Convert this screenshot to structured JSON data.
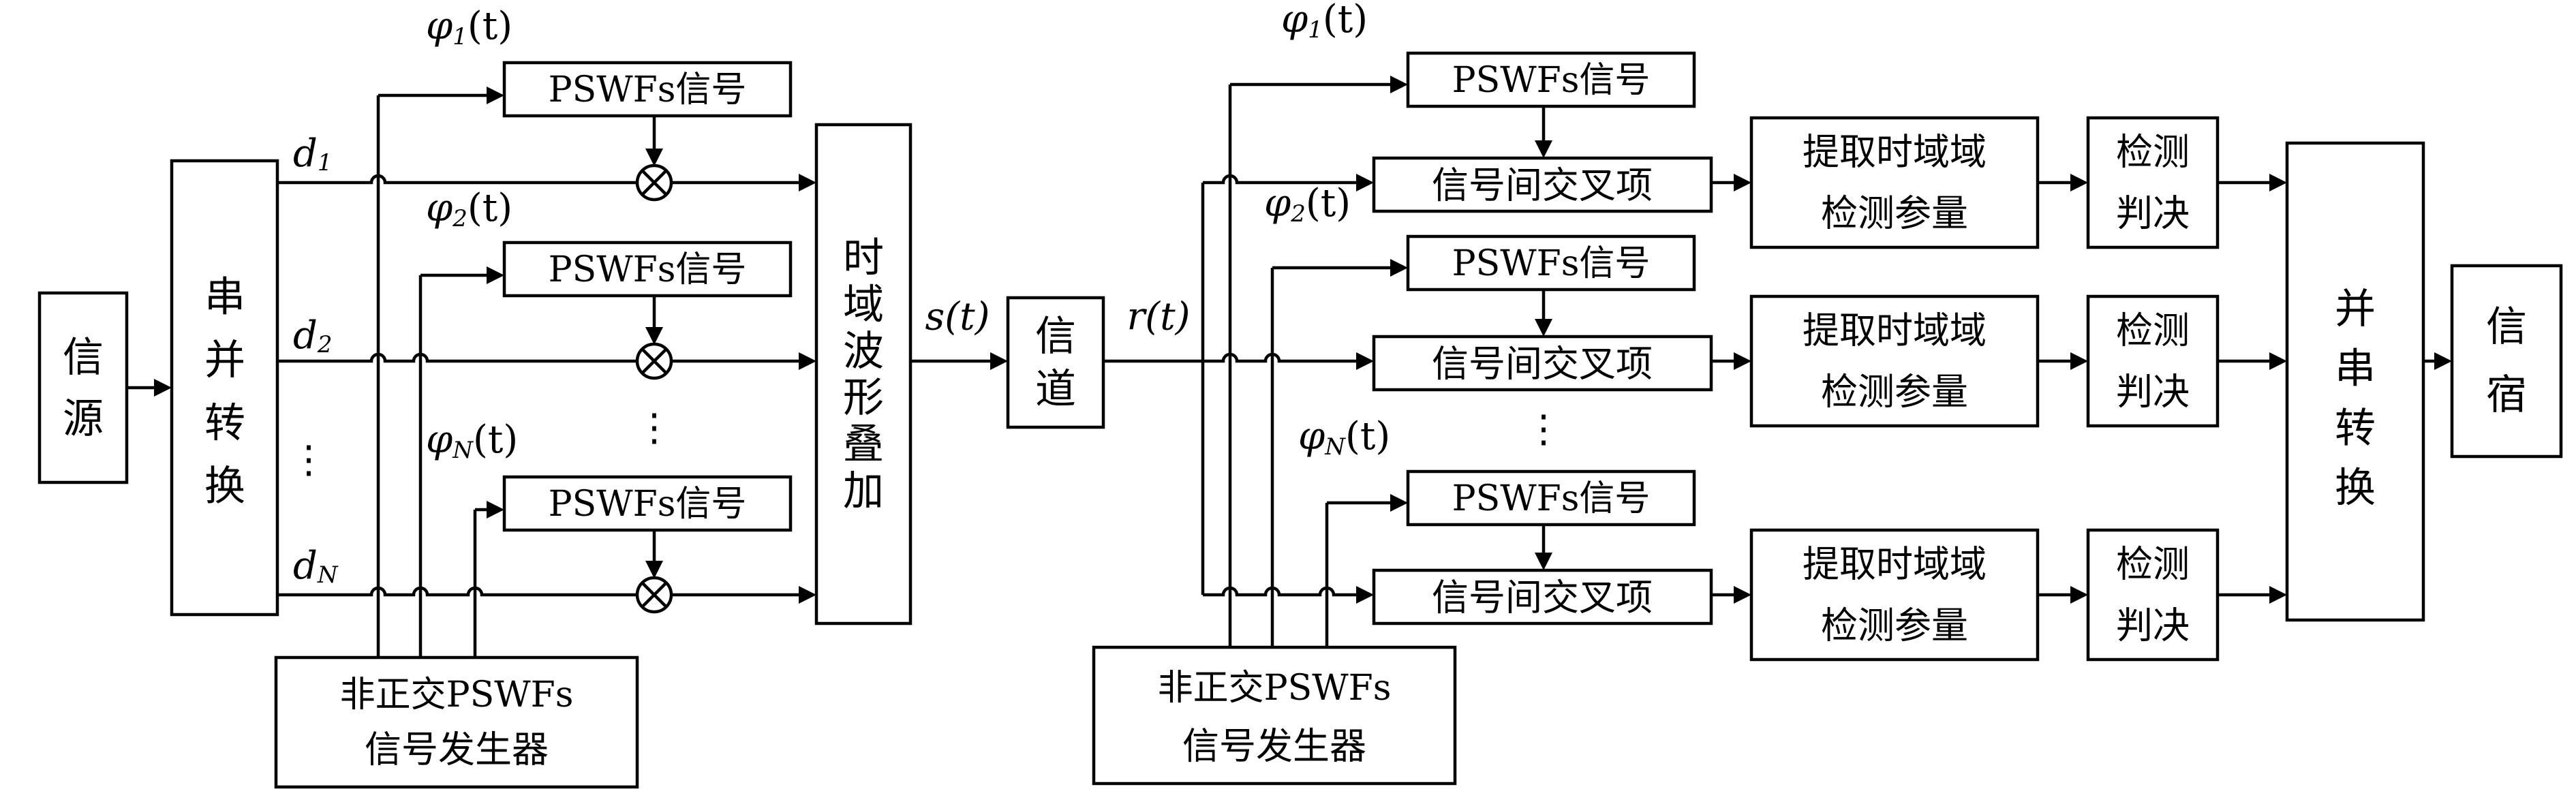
{
  "blocks": {
    "source": "信源",
    "sp_convert": "串并转换",
    "pswf_label_prefix": "PSWFs",
    "pswf_label_suffix": "信号",
    "superpose": "时域波形叠加",
    "channel": "信道",
    "cross_term": "信号间交叉项",
    "extract_line1": "提取时域域",
    "extract_line2": "检测参量",
    "decide_line1": "检测",
    "decide_line2": "判决",
    "ps_convert": "并串转换",
    "sink": "信宿",
    "gen_line1_prefix": "非正交",
    "gen_line1_suffix": "PSWFs",
    "gen_line2": "信号发生器"
  },
  "labels": {
    "phi_symbol": "φ",
    "paren_t": "(t)",
    "phi_sub_1": "1",
    "phi_sub_2": "2",
    "phi_sub_N": "N",
    "d_symbol": "d",
    "s_t": "s(t)",
    "r_t": "r(t)",
    "ellipsis_v": "⋮",
    "multiply": "⊗"
  }
}
